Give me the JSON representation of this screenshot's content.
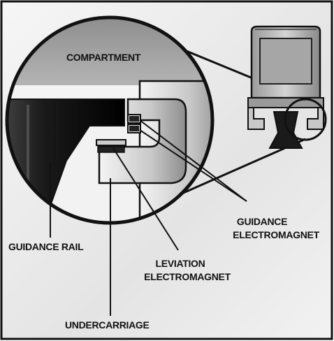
{
  "labels": {
    "compartment": "COMPARTMENT",
    "guidance_rail": "GUIDANCE RAIL",
    "undercarriage": "UNDERCARRIAGE",
    "leviation_line1": "LEVIATION",
    "leviation_line2": "ELECTROMAGNET",
    "guidance_line1": "GUIDANCE",
    "guidance_line2": "ELECTROMAGNET"
  },
  "colors": {
    "background": "#eeeeee",
    "frame": "#111111",
    "compartment_fill": "#9a9a9a",
    "rail_dark": "#1a1a1a",
    "undercarriage_fill": "#d0d0d0",
    "line": "#111111"
  }
}
